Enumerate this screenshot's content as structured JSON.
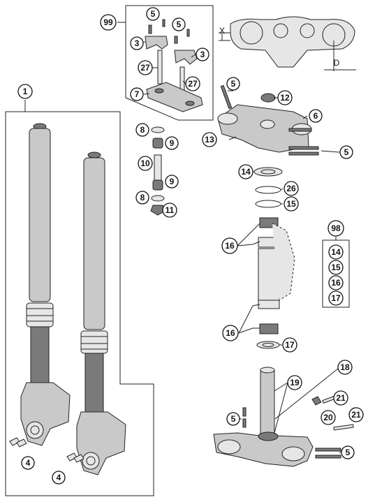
{
  "callouts": {
    "c1": "1",
    "c3a": "3",
    "c3b": "3",
    "c4a": "4",
    "c4b": "4",
    "c5a": "5",
    "c5b": "5",
    "c5c": "5",
    "c5d": "5",
    "c5e": "5",
    "c5f": "5",
    "c6": "6",
    "c7": "7",
    "c8a": "8",
    "c8b": "8",
    "c9a": "9",
    "c9b": "9",
    "c10": "10",
    "c11": "11",
    "c12": "12",
    "c13": "13",
    "c14": "14",
    "c15": "15",
    "c16a": "16",
    "c16b": "16",
    "c17": "17",
    "c18": "18",
    "c19": "19",
    "c20": "20",
    "c21a": "21",
    "c21b": "21",
    "c26": "26",
    "c27a": "27",
    "c27b": "27",
    "c98": "98",
    "c99": "99"
  },
  "kit98": [
    "14",
    "15",
    "16",
    "17"
  ],
  "dimensions": {
    "x": "X",
    "d": "D"
  }
}
